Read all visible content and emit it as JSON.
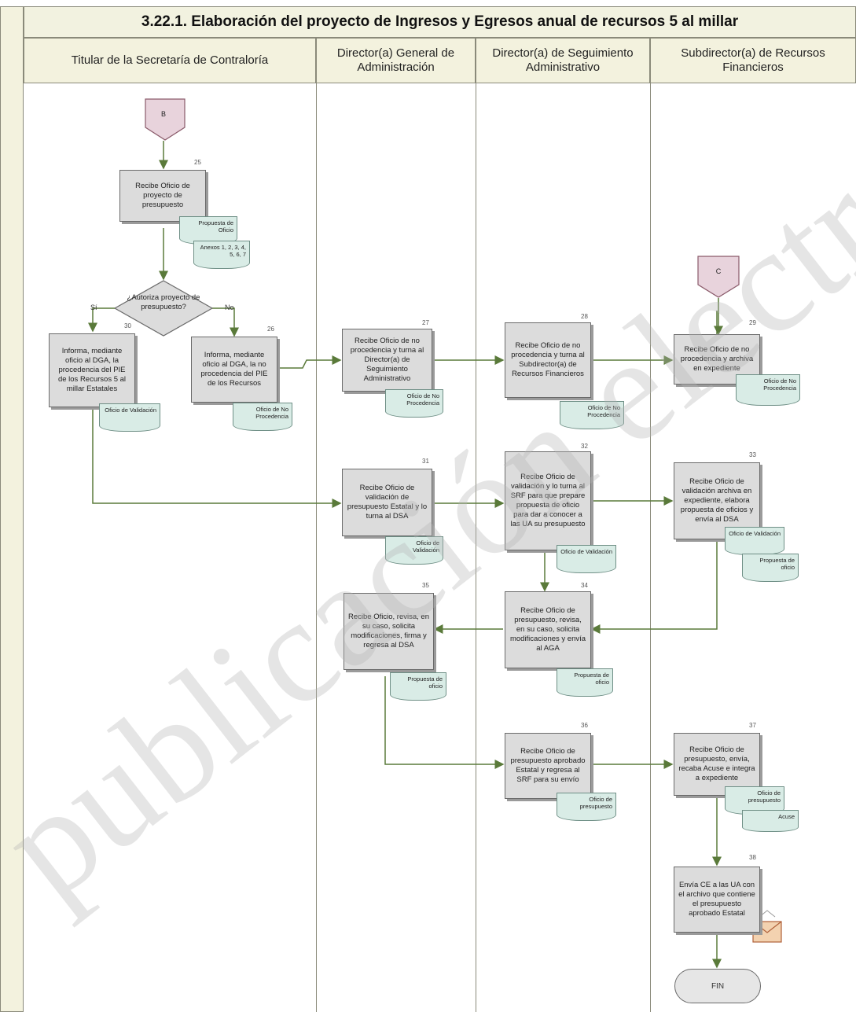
{
  "title": "3.22.1. Elaboración del proyecto de Ingresos y Egresos anual de recursos 5 al millar",
  "lanes": [
    "Titular de la Secretaría de Contraloría",
    "Director(a) General de Administración",
    "Director(a) de Seguimiento Administrativo",
    "Subdirector(a) de Recursos Financieros"
  ],
  "connectors": {
    "B": "B",
    "C": "C"
  },
  "decision": {
    "text": "¿Autoriza proyecto de presupuesto?",
    "yes": "Sí",
    "no": "No"
  },
  "steps": {
    "s25": {
      "num": "25",
      "text": "Recibe Oficio de proyecto de presupuesto"
    },
    "s26": {
      "num": "26",
      "text": "Informa, mediante oficio al DGA, la no procedencia del PIE de los Recursos"
    },
    "s30": {
      "num": "30",
      "text": "Informa, mediante oficio al DGA, la procedencia del PIE de los Recursos 5 al millar Estatales"
    },
    "s27": {
      "num": "27",
      "text": "Recibe Oficio de no procedencia y turna al Director(a) de Seguimiento Administrativo"
    },
    "s28": {
      "num": "28",
      "text": "Recibe Oficio de no procedencia y turna al Subdirector(a) de Recursos Financieros"
    },
    "s29": {
      "num": "29",
      "text": "Recibe Oficio de no procedencia y archiva en expediente"
    },
    "s31": {
      "num": "31",
      "text": "Recibe Oficio de validación de presupuesto Estatal y lo turna al DSA"
    },
    "s32": {
      "num": "32",
      "text": "Recibe Oficio de validación y lo turna al SRF para que prepare propuesta de oficio para dar a conocer a las UA su presupuesto"
    },
    "s33": {
      "num": "33",
      "text": "Recibe Oficio de validación archiva en expediente, elabora propuesta de oficios y envía al DSA"
    },
    "s34": {
      "num": "34",
      "text": "Recibe Oficio de presupuesto, revisa, en su caso, solicita modificaciones y envía al AGA"
    },
    "s35": {
      "num": "35",
      "text": "Recibe Oficio, revisa, en su caso, solicita modificaciones, firma y regresa al DSA"
    },
    "s36": {
      "num": "36",
      "text": "Recibe Oficio de presupuesto aprobado Estatal y regresa al SRF para su envío"
    },
    "s37": {
      "num": "37",
      "text": "Recibe Oficio de presupuesto, envía, recaba Acuse e integra a expediente"
    },
    "s38": {
      "num": "38",
      "text": "Envía CE a las UA con el archivo que contiene el presupuesto aprobado Estatal"
    }
  },
  "docs": {
    "d25a": "Propuesta de Oficio",
    "d25b": "Anexos 1, 2, 3, 4, 5, 6, 7",
    "d30": "Oficio de Validación",
    "d26": "Oficio de No Procedencia",
    "d27": "Oficio de No Procedencia",
    "d28": "Oficio de No Procedencia",
    "d29": "Oficio de No Procedencia",
    "d31": "Oficio de Validación",
    "d32": "Oficio de Validación",
    "d33a": "Oficio de Validación",
    "d33b": "Propuesta de oficio",
    "d34": "Propuesta de oficio",
    "d35": "Propuesta de oficio",
    "d36": "Oficio de presupuesto",
    "d37a": "Oficio de presupuesto",
    "d37b": "Acuse"
  },
  "end": "FIN",
  "watermark": "publicación electrónica",
  "colors": {
    "box": "#dcdcdc",
    "doc": "#d9ece6",
    "connector": "#e8d3dc",
    "arrow": "#5a7a3a",
    "header": "#f3f2de"
  }
}
